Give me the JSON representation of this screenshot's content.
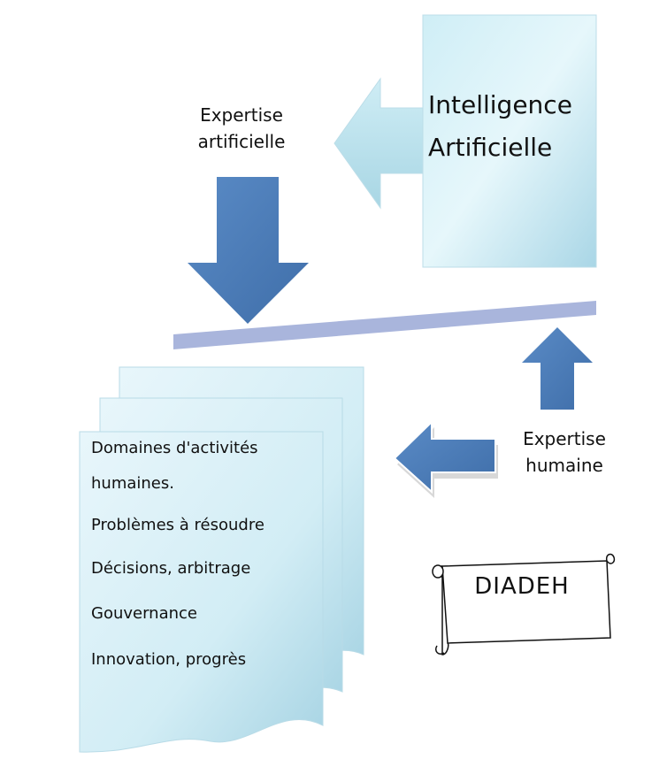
{
  "ai_box": {
    "line1": "Intelligence",
    "line2": "Artificielle"
  },
  "expertise_artificielle": {
    "line1": "Expertise",
    "line2": "artificielle"
  },
  "expertise_humaine": {
    "line1": "Expertise",
    "line2": "humaine"
  },
  "documents": {
    "items": [
      "Domaines d'activités",
      "humaines.",
      "Problèmes à résoudre",
      "Décisions, arbitrage",
      "Gouvernance",
      "Innovation, progrès"
    ]
  },
  "scroll": {
    "label": "DIADEH"
  },
  "colors": {
    "light_cyan": "#bfe4ee",
    "dark_arrow": "#4a7ab8",
    "bar": "#a9b5dc"
  }
}
